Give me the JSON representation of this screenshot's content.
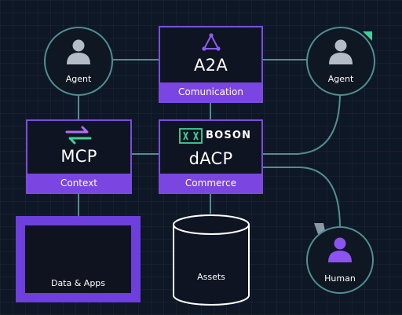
{
  "nodes": {
    "a2a": {
      "title": "A2A",
      "caption": "Comunication"
    },
    "mcp": {
      "title": "MCP",
      "caption": "Context"
    },
    "dacp": {
      "brand": "BOSON",
      "title": "dACP",
      "caption": "Commerce"
    },
    "agent_left": {
      "label": "Agent"
    },
    "agent_right": {
      "label": "Agent"
    },
    "human": {
      "label": "Human"
    },
    "data_apps": {
      "label": "Data & Apps"
    },
    "assets": {
      "label": "Assets"
    }
  },
  "colors": {
    "background": "#0e1725",
    "accent_purple": "#7a45e0",
    "connector_teal": "#4f8f93",
    "text_white": "#ffffff"
  },
  "icons": {
    "agent": "person-icon",
    "a2a": "triangle-network-icon",
    "mcp": "swap-arrows-icon",
    "boson": "boson-logo-icon",
    "assets": "database-cylinder-icon"
  }
}
